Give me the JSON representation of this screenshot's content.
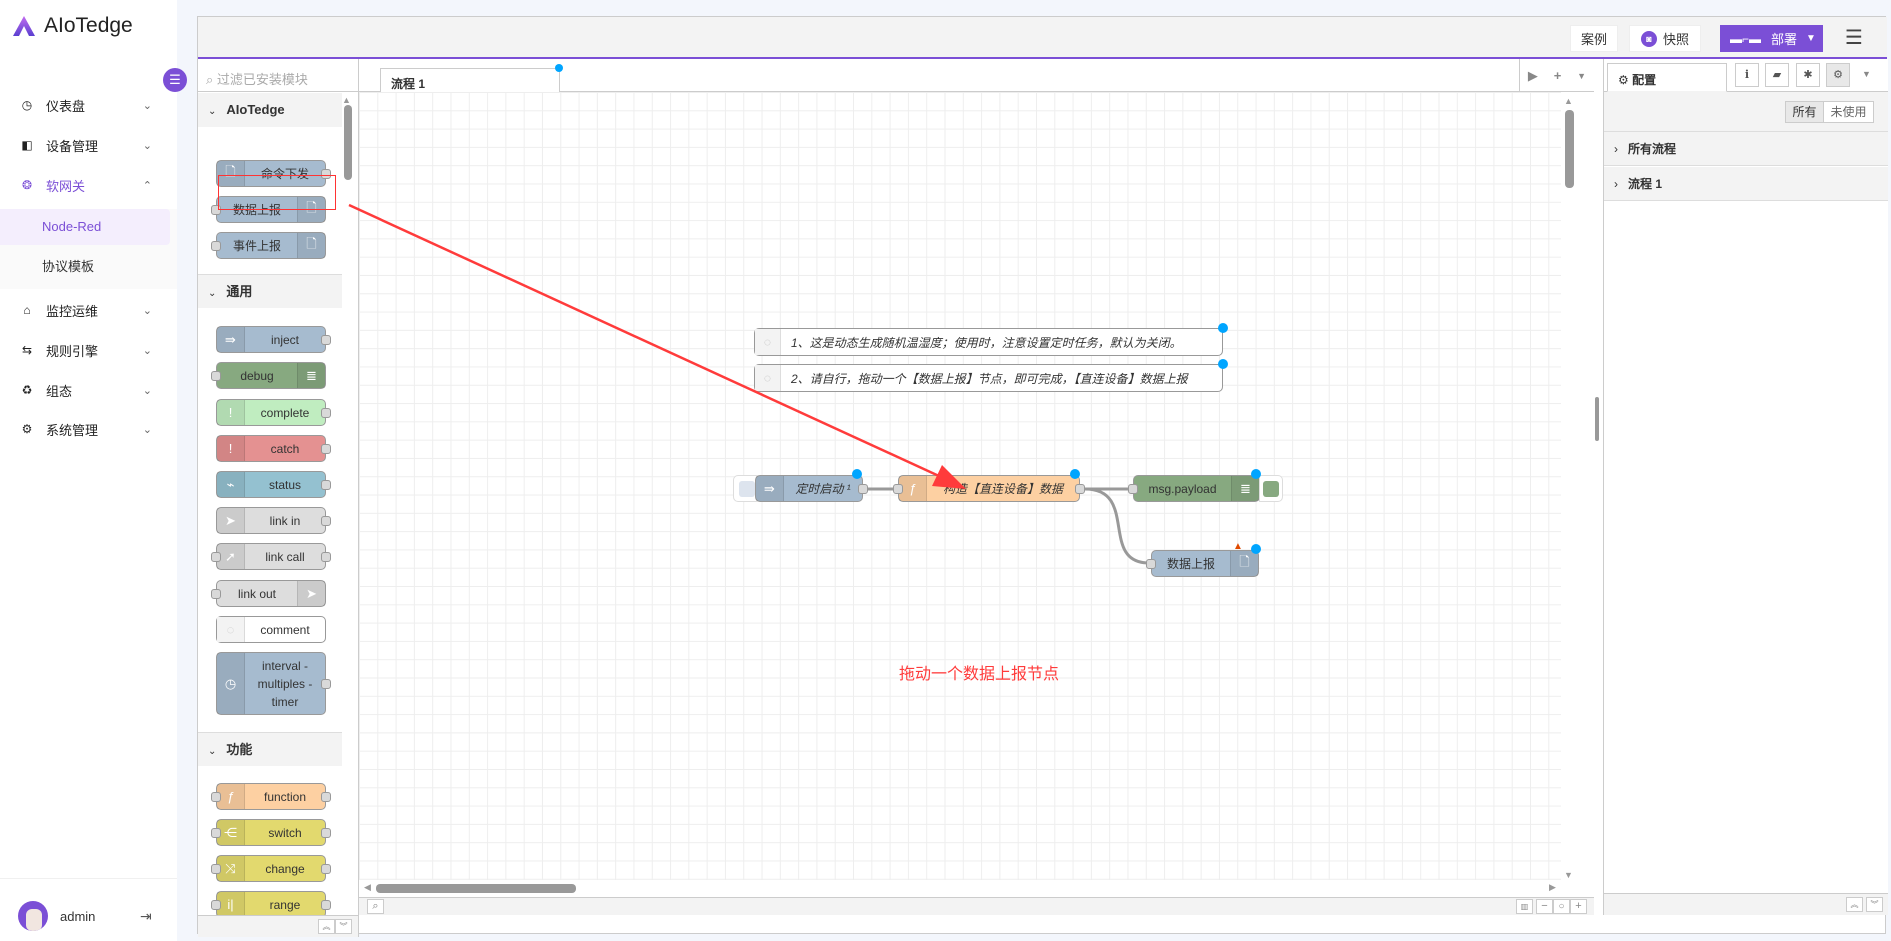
{
  "app": {
    "name": "AIoTedge"
  },
  "sidebar": {
    "items": [
      {
        "label": "仪表盘",
        "icon": "dashboard-icon"
      },
      {
        "label": "设备管理",
        "icon": "device-icon"
      },
      {
        "label": "软网关",
        "icon": "gateway-icon"
      },
      {
        "label": "监控运维",
        "icon": "monitor-icon"
      },
      {
        "label": "规则引擎",
        "icon": "rule-icon"
      },
      {
        "label": "组态",
        "icon": "config-icon"
      },
      {
        "label": "系统管理",
        "icon": "settings-icon"
      }
    ],
    "subitems": [
      {
        "label": "Node-Red"
      },
      {
        "label": "协议模板"
      }
    ],
    "user": "admin"
  },
  "header": {
    "example": "案例",
    "snapshot": "快照",
    "deploy": "部署"
  },
  "palette": {
    "search_placeholder": "过滤已安装模块",
    "categories": [
      "AIoTedge",
      "通用",
      "功能"
    ],
    "aiot_nodes": [
      "命令下发",
      "数据上报",
      "事件上报"
    ],
    "common_nodes": [
      "inject",
      "debug",
      "complete",
      "catch",
      "status",
      "link in",
      "link call",
      "link out",
      "comment",
      "interval - multiples - timer"
    ],
    "function_nodes": [
      "function",
      "switch",
      "change",
      "range"
    ]
  },
  "workspace": {
    "tab": "流程 1",
    "comments": [
      "1、这是动态生成随机温湿度；使用时，注意设置定时任务，默认为关闭。",
      "2、请自行，拖动一个【数据上报】节点，即可完成，【直连设备】数据上报"
    ],
    "nodes": {
      "inject": "定时启动 ¹",
      "function": "构造【直连设备】数据",
      "debug": "msg.payload",
      "report": "数据上报"
    },
    "annotation": "拖动一个数据上报节点"
  },
  "right_panel": {
    "tab": "配置",
    "filters": [
      "所有",
      "未使用"
    ],
    "rows": [
      "所有流程",
      "流程 1"
    ]
  },
  "colors": {
    "accent": "#7b4fd6",
    "annotation": "#ff3b3b"
  }
}
